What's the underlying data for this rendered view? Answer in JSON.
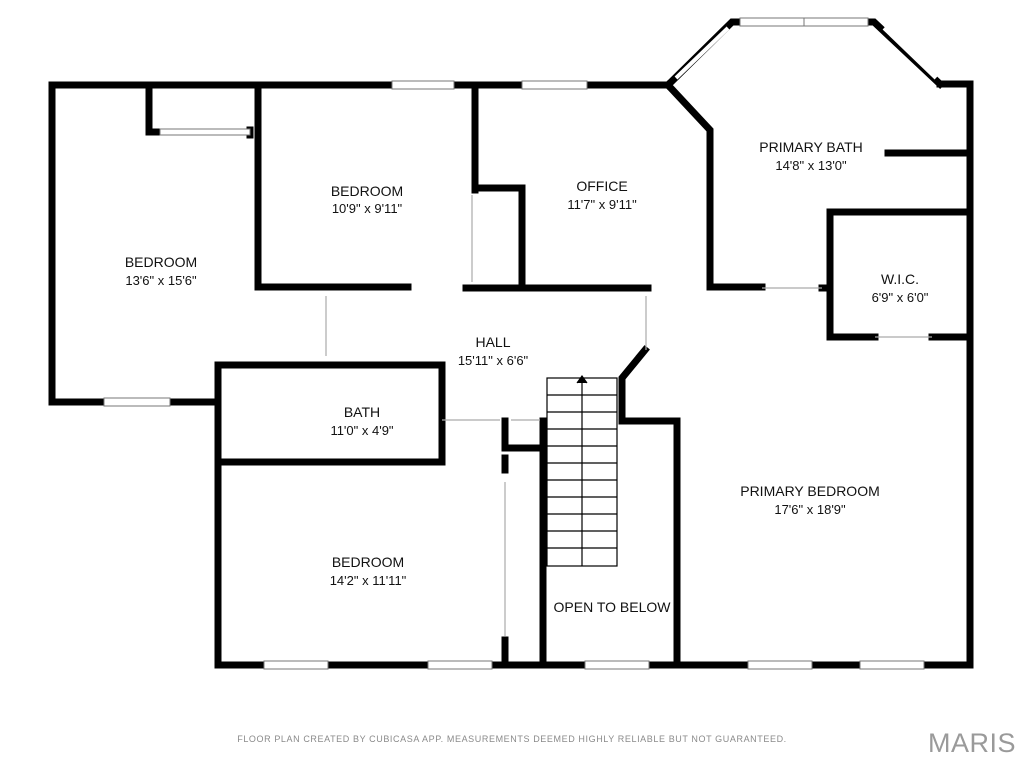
{
  "rooms": [
    {
      "id": "bedroom-nw",
      "name": "BEDROOM",
      "dims": "13'6\" x 15'6\""
    },
    {
      "id": "bedroom-n",
      "name": "BEDROOM",
      "dims": "10'9\" x 9'11\""
    },
    {
      "id": "office",
      "name": "OFFICE",
      "dims": "11'7\" x 9'11\""
    },
    {
      "id": "primary-bath",
      "name": "PRIMARY BATH",
      "dims": "14'8\" x 13'0\""
    },
    {
      "id": "wic",
      "name": "W.I.C.",
      "dims": "6'9\" x 6'0\""
    },
    {
      "id": "hall",
      "name": "HALL",
      "dims": "15'11\" x 6'6\""
    },
    {
      "id": "bath",
      "name": "BATH",
      "dims": "11'0\" x 4'9\""
    },
    {
      "id": "bedroom-sw",
      "name": "BEDROOM",
      "dims": "14'2\" x 11'11\""
    },
    {
      "id": "primary-bedroom",
      "name": "PRIMARY BEDROOM",
      "dims": "17'6\" x 18'9\""
    }
  ],
  "open_to_below": "OPEN TO BELOW",
  "footer_note": "FLOOR PLAN CREATED BY CUBICASA APP. MEASUREMENTS DEEMED HIGHLY RELIABLE BUT NOT GUARANTEED.",
  "brand": "MARIS",
  "colors": {
    "wall": "#000000",
    "window": "#9a9a9a",
    "text": "#111111"
  }
}
